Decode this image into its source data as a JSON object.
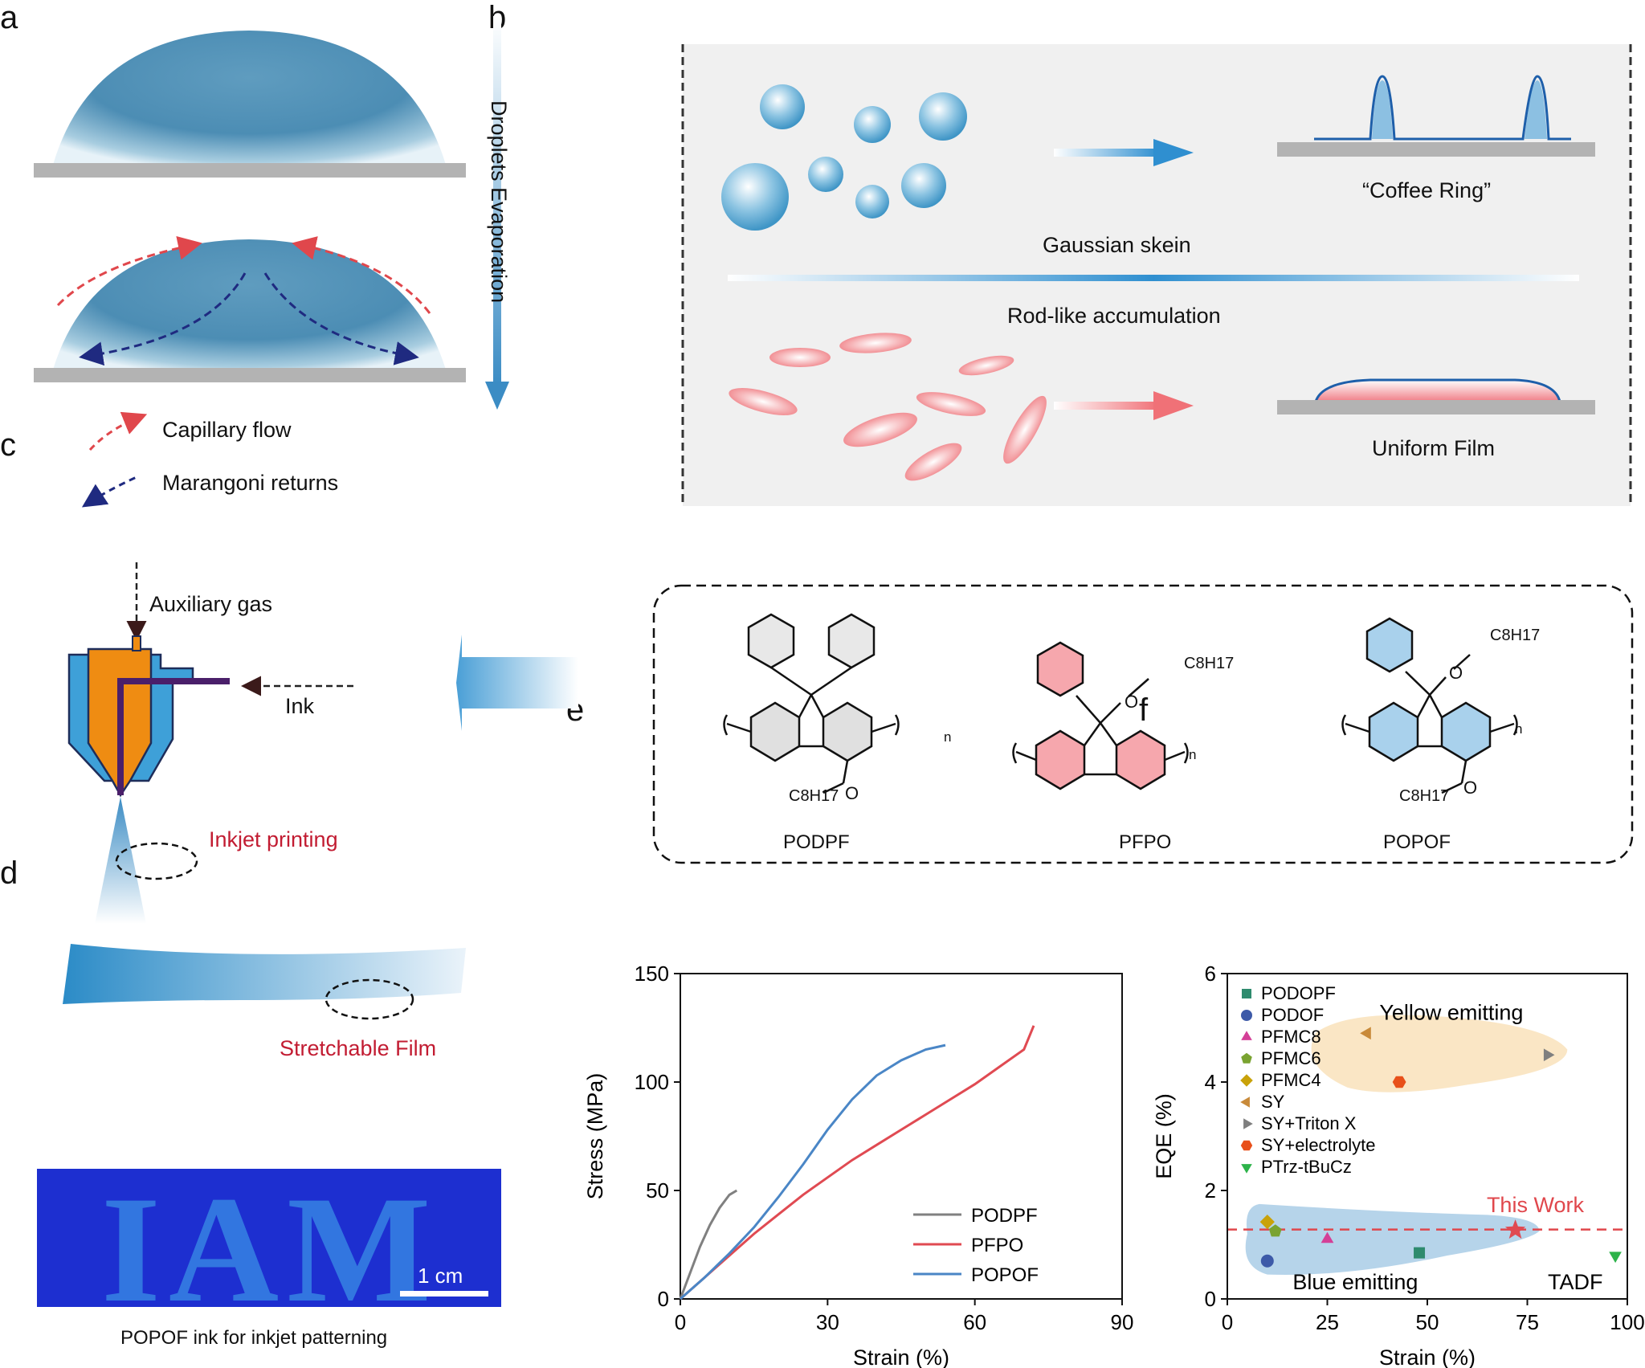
{
  "panels": {
    "a": "a",
    "b": "b",
    "c": "c",
    "d": "d",
    "e": "e",
    "f": "f"
  },
  "panel_a": {
    "arrow_label": "Droplets Evaporation",
    "legend": [
      {
        "label": "Capillary flow",
        "color": "#e0474c"
      },
      {
        "label": "Marangoni returns",
        "color": "#1f2a80"
      }
    ]
  },
  "panel_b": {
    "top_result": "“Coffee Ring”",
    "top_label": "Gaussian skein",
    "bottom_label": "Rod-like accumulation",
    "bottom_result": "Uniform Film"
  },
  "panel_c": {
    "gas_label": "Auxiliary gas",
    "ink_label": "Ink",
    "printing_label": "Inkjet printing",
    "film_label": "Stretchable Film",
    "structures": [
      {
        "name": "PODPF",
        "substituent": "C8H17",
        "subscript_n": "n",
        "ring_color": "gray"
      },
      {
        "name": "PFPO",
        "substituent": "C8H17",
        "subscript_n": "n",
        "ring_color": "red"
      },
      {
        "name": "POPOF",
        "substituent": "C8H17",
        "subscript_n": "n",
        "ring_color": "blue"
      }
    ]
  },
  "panel_d": {
    "image_text": "IAM",
    "scale_label": "1 cm",
    "caption": "POPOF ink for inkjet patterning"
  },
  "chart_e": {
    "type": "line",
    "xlabel": "Strain (%)",
    "ylabel": "Stress (MPa)",
    "xlim": [
      0,
      90
    ],
    "ylim": [
      0,
      150
    ],
    "xticks": [
      0,
      30,
      60,
      90
    ],
    "yticks": [
      0,
      50,
      100,
      150
    ],
    "legend_position": "bottom-right",
    "series": [
      {
        "name": "PODPF",
        "color": "#808080",
        "x": [
          0,
          2,
          4,
          6,
          8,
          10,
          11.5
        ],
        "y": [
          0,
          12,
          24,
          34,
          42,
          48,
          50
        ]
      },
      {
        "name": "PFPO",
        "color": "#e04a52",
        "x": [
          0,
          5,
          10,
          15,
          20,
          25,
          30,
          35,
          40,
          45,
          50,
          55,
          60,
          65,
          70,
          72
        ],
        "y": [
          0,
          10,
          20,
          30,
          39,
          48,
          56,
          64,
          71,
          78,
          85,
          92,
          99,
          107,
          115,
          126
        ]
      },
      {
        "name": "POPOF",
        "color": "#4a86c6",
        "x": [
          0,
          5,
          10,
          15,
          20,
          25,
          30,
          35,
          40,
          45,
          50,
          54
        ],
        "y": [
          0,
          10,
          21,
          33,
          47,
          62,
          78,
          92,
          103,
          110,
          115,
          117
        ]
      }
    ]
  },
  "chart_f": {
    "type": "scatter",
    "xlabel": "Strain (%)",
    "ylabel": "EQE (%)",
    "xlim": [
      0,
      100
    ],
    "ylim": [
      0,
      6
    ],
    "xticks": [
      0,
      25,
      50,
      75,
      100
    ],
    "yticks": [
      0,
      2,
      4,
      6
    ],
    "legend_position": "top-left",
    "region_labels": {
      "yellow": "Yellow emitting",
      "blue": "Blue emitting",
      "tadf": "TADF",
      "this_work": "This Work"
    },
    "reference_line_y": 1.28,
    "series": [
      {
        "name": "PODOPF",
        "marker": "square",
        "color": "#2e8b6e",
        "x": [
          48
        ],
        "y": [
          0.85
        ]
      },
      {
        "name": "PODOF",
        "marker": "circle",
        "color": "#3d5aa8",
        "x": [
          10
        ],
        "y": [
          0.7
        ]
      },
      {
        "name": "PFMC8",
        "marker": "triangle-up",
        "color": "#d43f97",
        "x": [
          25
        ],
        "y": [
          1.1
        ]
      },
      {
        "name": "PFMC6",
        "marker": "pentagon",
        "color": "#7aa331",
        "x": [
          12
        ],
        "y": [
          1.25
        ]
      },
      {
        "name": "PFMC4",
        "marker": "diamond",
        "color": "#c9a20a",
        "x": [
          10
        ],
        "y": [
          1.42
        ]
      },
      {
        "name": "SY",
        "marker": "triangle-left",
        "color": "#c88a3a",
        "x": [
          35
        ],
        "y": [
          4.9
        ]
      },
      {
        "name": "SY+Triton X",
        "marker": "triangle-right",
        "color": "#7f7f7f",
        "x": [
          80
        ],
        "y": [
          4.5
        ]
      },
      {
        "name": "SY+electrolyte",
        "marker": "hexagon",
        "color": "#e8501a",
        "x": [
          43
        ],
        "y": [
          4.0
        ]
      },
      {
        "name": "PTrz-tBuCz",
        "marker": "triangle-down",
        "color": "#2db34a",
        "x": [
          97
        ],
        "y": [
          0.8
        ]
      },
      {
        "name": "This Work",
        "marker": "star",
        "color": "#e04a52",
        "x": [
          72
        ],
        "y": [
          1.27
        ]
      }
    ]
  }
}
